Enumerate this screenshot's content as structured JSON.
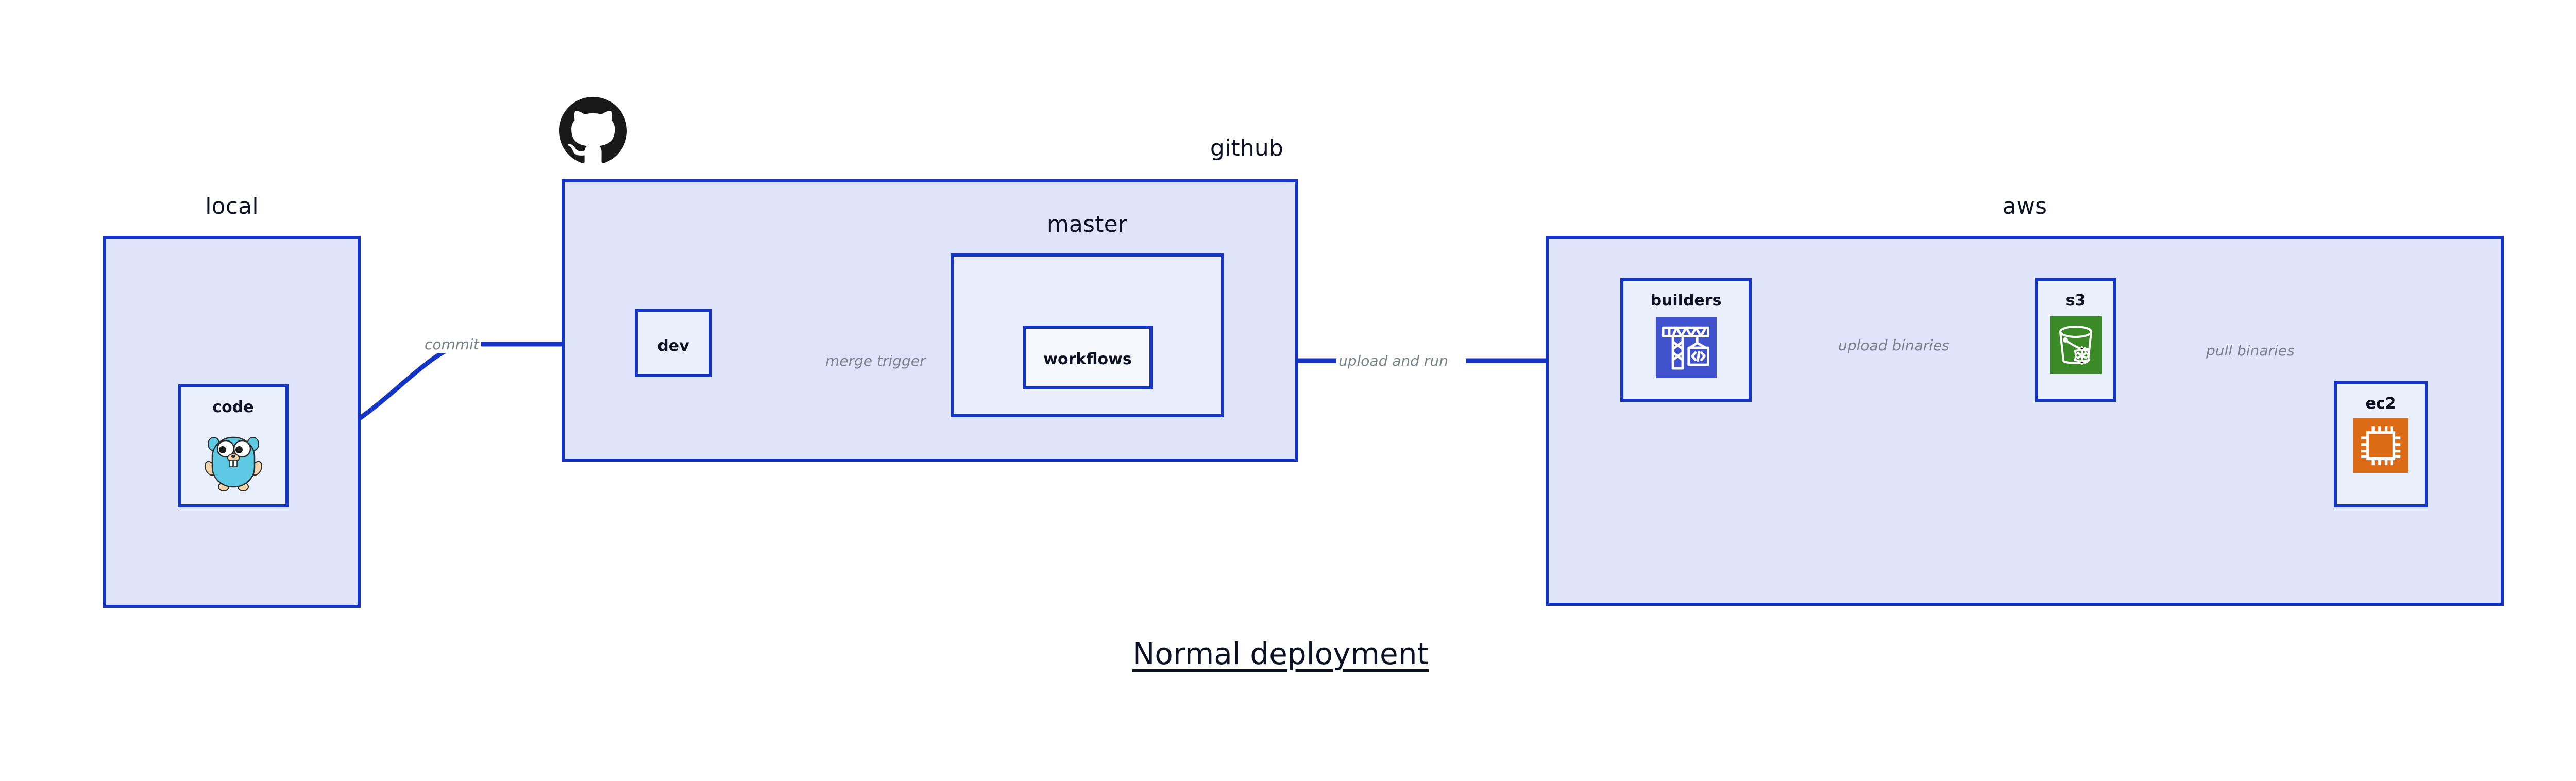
{
  "diagram": {
    "title": "Normal deployment",
    "accent_color": "#1434c4",
    "group_fill": "#dee5fa",
    "subgroup_fill": "#e9edfc",
    "node_fill": "#eaeffc",
    "label_color": "#0d1124",
    "edge_label_color": "#7a7f8c"
  },
  "groups": [
    {
      "id": "local",
      "label": "local"
    },
    {
      "id": "github",
      "label": "github"
    },
    {
      "id": "aws",
      "label": "aws"
    }
  ],
  "subgroups": [
    {
      "id": "master",
      "label": "master",
      "parent": "github"
    }
  ],
  "nodes": [
    {
      "id": "code",
      "label": "code",
      "group": "local",
      "icon": "go-gopher-icon",
      "icon_color": "#5dc9e2"
    },
    {
      "id": "dev",
      "label": "dev",
      "group": "github",
      "icon": null,
      "icon_color": null
    },
    {
      "id": "workflows",
      "label": "workflows",
      "group": "master",
      "icon": null,
      "icon_color": null
    },
    {
      "id": "builders",
      "label": "builders",
      "group": "aws",
      "icon": "crane-builder-icon",
      "icon_color": "#3f51cb"
    },
    {
      "id": "s3",
      "label": "s3",
      "group": "aws",
      "icon": "s3-bucket-icon",
      "icon_color": "#3b8a28"
    },
    {
      "id": "ec2",
      "label": "ec2",
      "group": "aws",
      "icon": "ec2-cpu-chip-icon",
      "icon_color": "#dd6b16"
    }
  ],
  "edges": [
    {
      "id": "commit",
      "label": "commit",
      "from": "code",
      "to": "dev",
      "style": "curved"
    },
    {
      "id": "merge-trigger",
      "label": "merge trigger",
      "from": "dev",
      "to": "workflows",
      "style": "straight"
    },
    {
      "id": "upload-and-run",
      "label": "upload and run",
      "from": "workflows",
      "to": "builders",
      "style": "straight"
    },
    {
      "id": "upload-binaries",
      "label": "upload binaries",
      "from": "builders",
      "to": "s3",
      "style": "straight"
    },
    {
      "id": "pull-binaries",
      "label": "pull binaries",
      "from": "s3",
      "to": "ec2",
      "style": "curved"
    }
  ],
  "logos": [
    {
      "id": "github-octocat",
      "name": "github-octocat-icon",
      "color": "#191919"
    }
  ]
}
